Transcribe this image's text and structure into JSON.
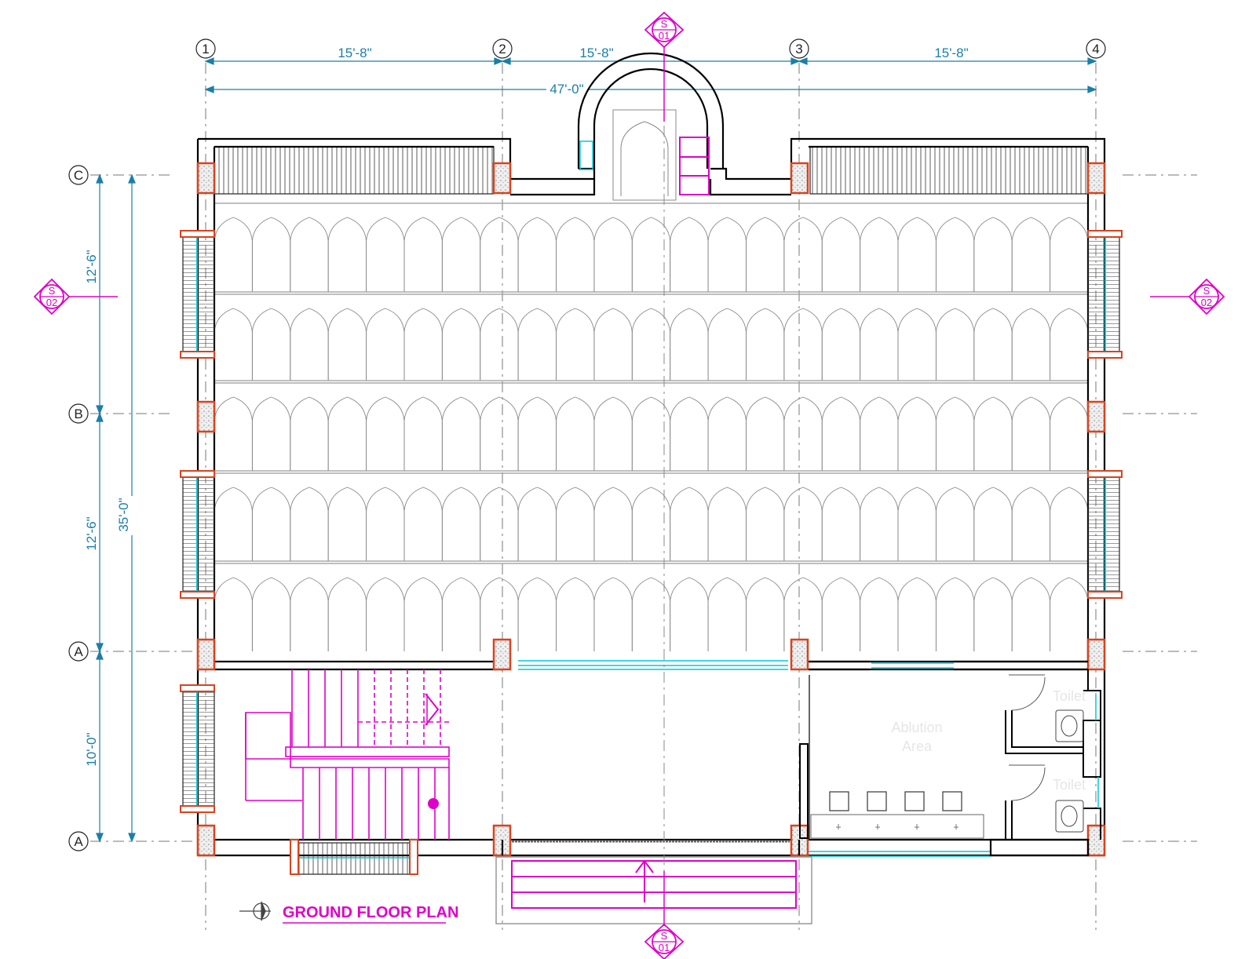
{
  "drawing": {
    "title": "GROUND FLOOR PLAN",
    "grid_columns": [
      "1",
      "2",
      "3",
      "4"
    ],
    "grid_rows": [
      "C",
      "B",
      "A",
      "A"
    ],
    "dimensions": {
      "bay_1_2": "15'-8\"",
      "bay_2_3": "15'-8\"",
      "bay_3_4": "15'-8\"",
      "overall_width": "47'-0\"",
      "c_to_b": "12'-6\"",
      "b_to_a": "12'-6\"",
      "a_to_a": "10'-0\"",
      "overall_depth": "35'-0\""
    },
    "section_markers": {
      "top": {
        "letter": "S",
        "number": "01"
      },
      "bottom": {
        "letter": "S",
        "number": "01"
      },
      "left": {
        "letter": "S",
        "number": "02"
      },
      "right": {
        "letter": "S",
        "number": "02"
      }
    },
    "room_labels": {
      "ablution": [
        "Ablution",
        "Area"
      ],
      "toilet_1": "Toilet",
      "toilet_2": "Toilet"
    }
  },
  "colors": {
    "wall": "#000000",
    "column": "#d9431f",
    "dimension": "#1a7fa8",
    "window": "#00c8d8",
    "annotation": "#e000c8",
    "grid": "#777777",
    "furniture": "#555555"
  },
  "prayer_rows": {
    "rows": 5,
    "arches_per_row": 23
  }
}
